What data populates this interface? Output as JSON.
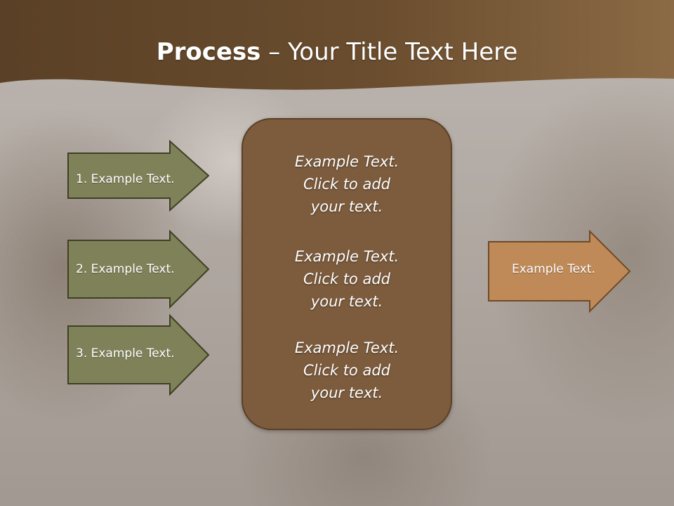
{
  "slide": {
    "title_bold": "Process",
    "title_rest": " – Your Title Text Here",
    "input_arrows": [
      {
        "label": "1. Example Text."
      },
      {
        "label": "2. Example Text."
      },
      {
        "label": "3. Example Text."
      }
    ],
    "center_blocks": [
      {
        "line1": "Example Text.",
        "line2": "Click  to add",
        "line3": "your text."
      },
      {
        "line1": "Example Text.",
        "line2": "Click  to add",
        "line3": "your text."
      },
      {
        "line1": "Example Text.",
        "line2": "Click  to add",
        "line3": "your text."
      }
    ],
    "output_arrow": {
      "label": "Example Text."
    }
  },
  "colors": {
    "header": "#5e4428",
    "header_light": "#8a6a45",
    "input_arrow_fill": "#7f8259",
    "input_arrow_stroke": "#3f3f24",
    "center_fill": "#7d5c3d",
    "output_arrow_fill": "#c08a58",
    "output_arrow_stroke": "#6e4a28"
  },
  "icons": {
    "input_arrow": "right-arrow-shape",
    "output_arrow": "right-arrow-shape"
  }
}
